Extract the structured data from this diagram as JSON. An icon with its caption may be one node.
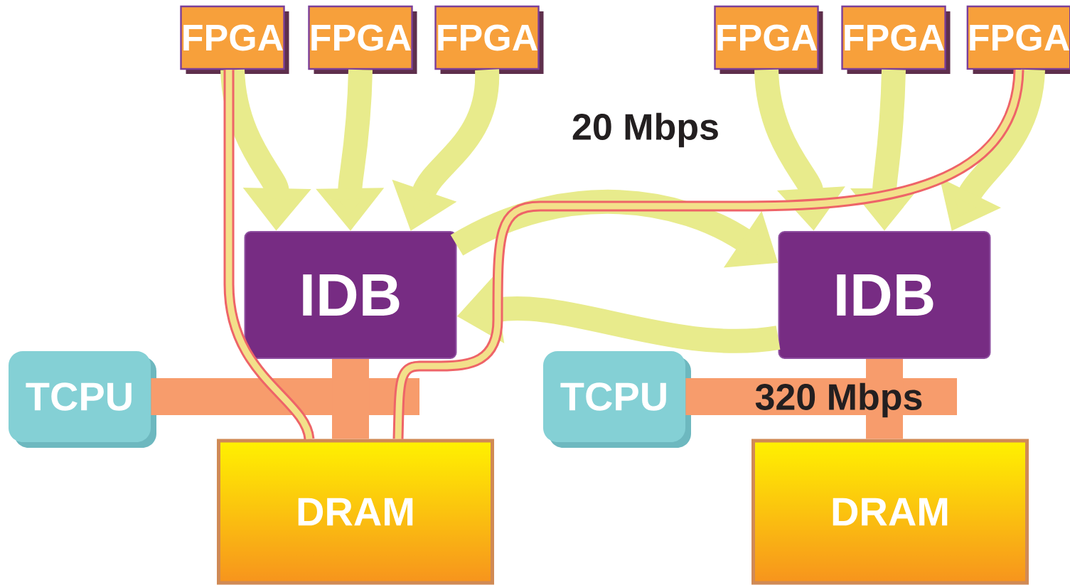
{
  "diagram": {
    "nodes": [
      {
        "text": [
          "FPGA"
        ]
      },
      {
        "text": [
          "FPGA"
        ]
      },
      {
        "text": [
          "FPGA"
        ]
      },
      {
        "text": [
          "FPGA"
        ]
      },
      {
        "text": [
          "FPGA"
        ]
      },
      {
        "text": [
          "FPGA"
        ]
      },
      {
        "text": [
          "IDB"
        ]
      },
      {
        "text": [
          "IDB"
        ]
      },
      {
        "text": [
          "TCPU"
        ]
      },
      {
        "text": [
          "TCPU"
        ]
      },
      {
        "text": [
          "DRAM"
        ]
      },
      {
        "text": [
          "DRAM"
        ]
      }
    ],
    "edges": [
      {
        "from": 0,
        "to": 6,
        "arrow": "to"
      },
      {
        "from": 1,
        "to": 6,
        "arrow": "to"
      },
      {
        "from": 2,
        "to": 6,
        "arrow": "to"
      },
      {
        "from": 3,
        "to": 7,
        "arrow": "to"
      },
      {
        "from": 4,
        "to": 7,
        "arrow": "to"
      },
      {
        "from": 5,
        "to": 7,
        "arrow": "to"
      },
      {
        "from": 6,
        "to": 7,
        "arrow": "to"
      },
      {
        "from": 7,
        "to": 6,
        "arrow": "to"
      },
      {
        "from": 8,
        "to": 6,
        "arrow": "none",
        "color": "#f79c6c"
      },
      {
        "from": 6,
        "to": 10,
        "arrow": "none",
        "color": "#f79c6c"
      },
      {
        "from": 9,
        "to": 7,
        "arrow": "none",
        "color": "#f79c6c"
      },
      {
        "from": 7,
        "to": 11,
        "arrow": "none",
        "color": "#f79c6c"
      },
      {
        "from": 0,
        "to": 10,
        "arrow": "none",
        "color": "#ee6468"
      },
      {
        "from": 5,
        "to": 10,
        "arrow": "none",
        "color": "#ee6468"
      }
    ],
    "labels": [
      "20 Mbps",
      "320 Mbps"
    ]
  }
}
